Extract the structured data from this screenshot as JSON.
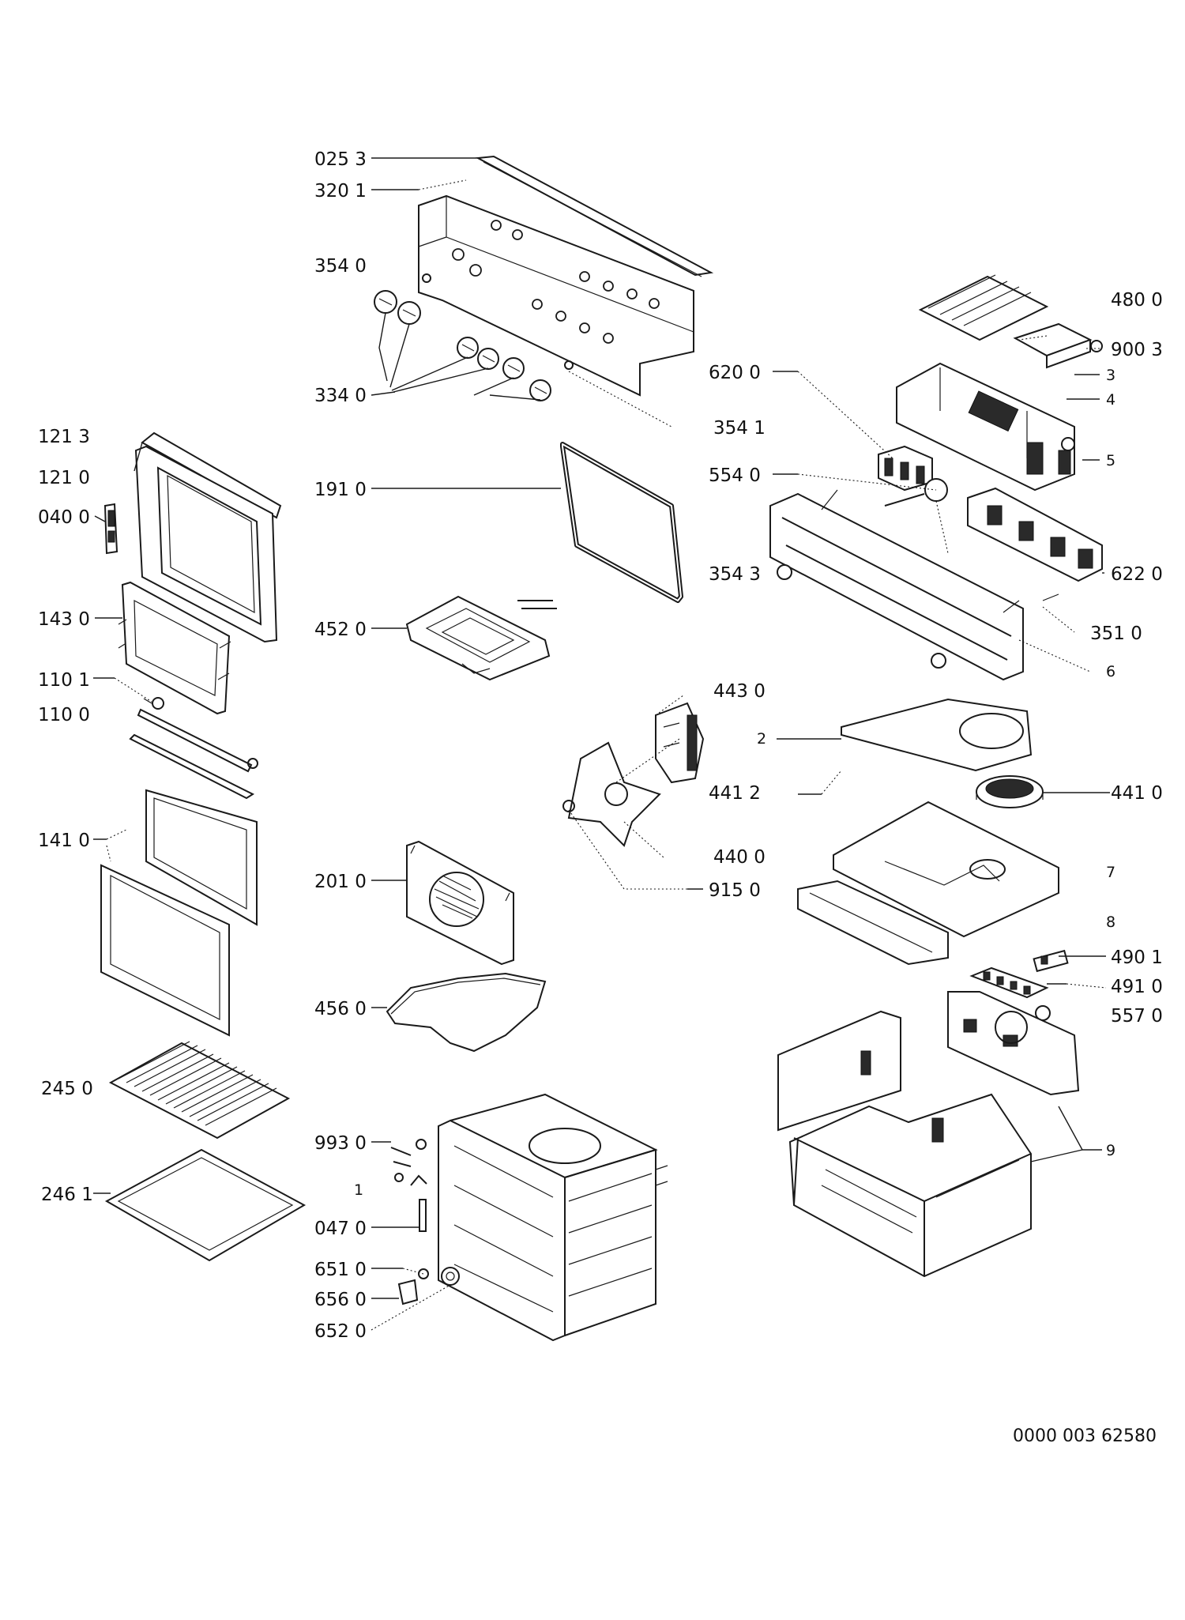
{
  "labels": {
    "l0253": "025 3",
    "l3201": "320 1",
    "l3540": "354 0",
    "l3340": "334 0",
    "l3541": "354 1",
    "l1213": "121 3",
    "l1210": "121 0",
    "l0400": "040 0",
    "l1910": "191 0",
    "l1430": "143 0",
    "l4520": "452 0",
    "l1101": "110 1",
    "l1100": "110 0",
    "l1410": "141 0",
    "l2010": "201 0",
    "l4560": "456 0",
    "l2450": "245 0",
    "l9930": "993 0",
    "n1": "1",
    "l2461": "246 1",
    "l0470": "047 0",
    "l6510": "651 0",
    "l6560": "656 0",
    "l6520": "652 0",
    "l4800": "480 0",
    "l9003": "900 3",
    "n3": "3",
    "n4": "4",
    "l6200": "620 0",
    "n5": "5",
    "l5540": "554 0",
    "l3543": "354 3",
    "l6220": "622 0",
    "l3510": "351 0",
    "n6": "6",
    "l4430": "443 0",
    "n2": "2",
    "l4412": "441 2",
    "l4410": "441 0",
    "l4400": "440 0",
    "l9150": "915 0",
    "n7": "7",
    "n8": "8",
    "l4901": "490 1",
    "l4910": "491 0",
    "l5570": "557 0",
    "n9": "9"
  },
  "reference": "0000 003 62580"
}
